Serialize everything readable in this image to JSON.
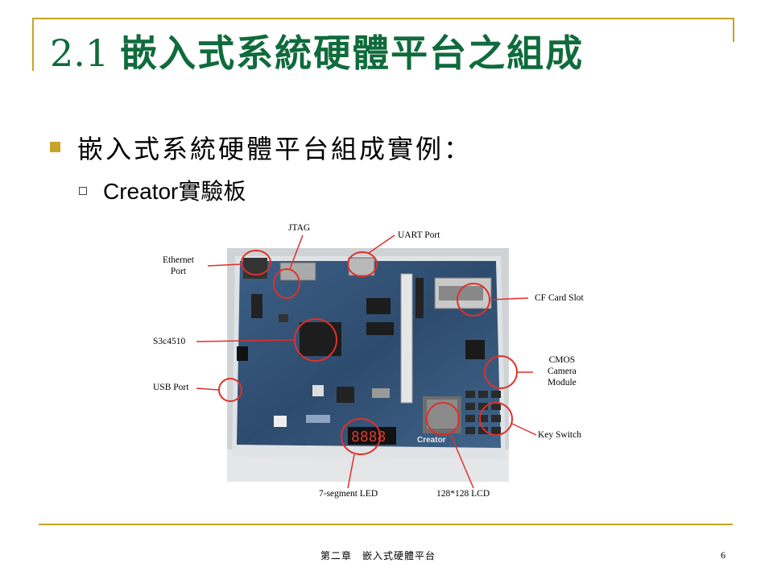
{
  "slide": {
    "title_number": "2.1",
    "title_text": "嵌入式系統硬體平台之組成",
    "bullet_1": "嵌入式系統硬體平台組成實例：",
    "bullet_2": "Creator實驗板",
    "accent_color": "#c9a227",
    "title_color": "#0f6b3c"
  },
  "figure": {
    "labels": {
      "ethernet_line1": "Ethernet",
      "ethernet_line2": "Port",
      "jtag": "JTAG",
      "uart": "UART Port",
      "cf": "CF Card Slot",
      "s3c": "S3c4510",
      "cmos_line1": "CMOS",
      "cmos_line2": "Camera",
      "cmos_line3": "Module",
      "usb": "USB Port",
      "key": "Key Switch",
      "seg": "7-segment LED",
      "lcd": "128*128 LCD"
    },
    "board_silkscreen": "Creator",
    "seven_seg_digits": "8888",
    "callout_color": "#e0302a"
  },
  "footer": {
    "chapter": "第二章　嵌入式硬體平台",
    "page": "6"
  }
}
